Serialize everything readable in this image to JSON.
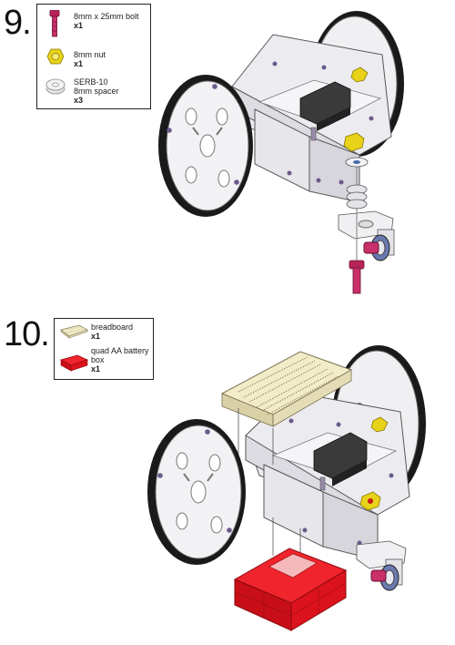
{
  "steps": [
    {
      "number": "9.",
      "parts": [
        {
          "name": "8mm x 25mm bolt",
          "qty": "x1",
          "icon": "bolt-icon"
        },
        {
          "name": "8mm nut",
          "qty": "x1",
          "icon": "nut-icon"
        },
        {
          "name_line1": "SERB-10",
          "name_line2": "8mm spacer",
          "qty": "x3",
          "icon": "spacer-icon"
        }
      ]
    },
    {
      "number": "10.",
      "parts": [
        {
          "name": "breadboard",
          "qty": "x1",
          "icon": "breadboard-icon"
        },
        {
          "name_line1": "quad AA battery",
          "name_line2": "box",
          "qty": "x1",
          "icon": "battery-box-icon"
        }
      ]
    }
  ],
  "colors": {
    "bolt": "#b8245a",
    "nut": "#e8d21a",
    "battery": "#e0101a",
    "breadboard": "#f3ecc9",
    "chassis": "#e9e9ee",
    "wheel_tire": "#1a1a1a"
  }
}
